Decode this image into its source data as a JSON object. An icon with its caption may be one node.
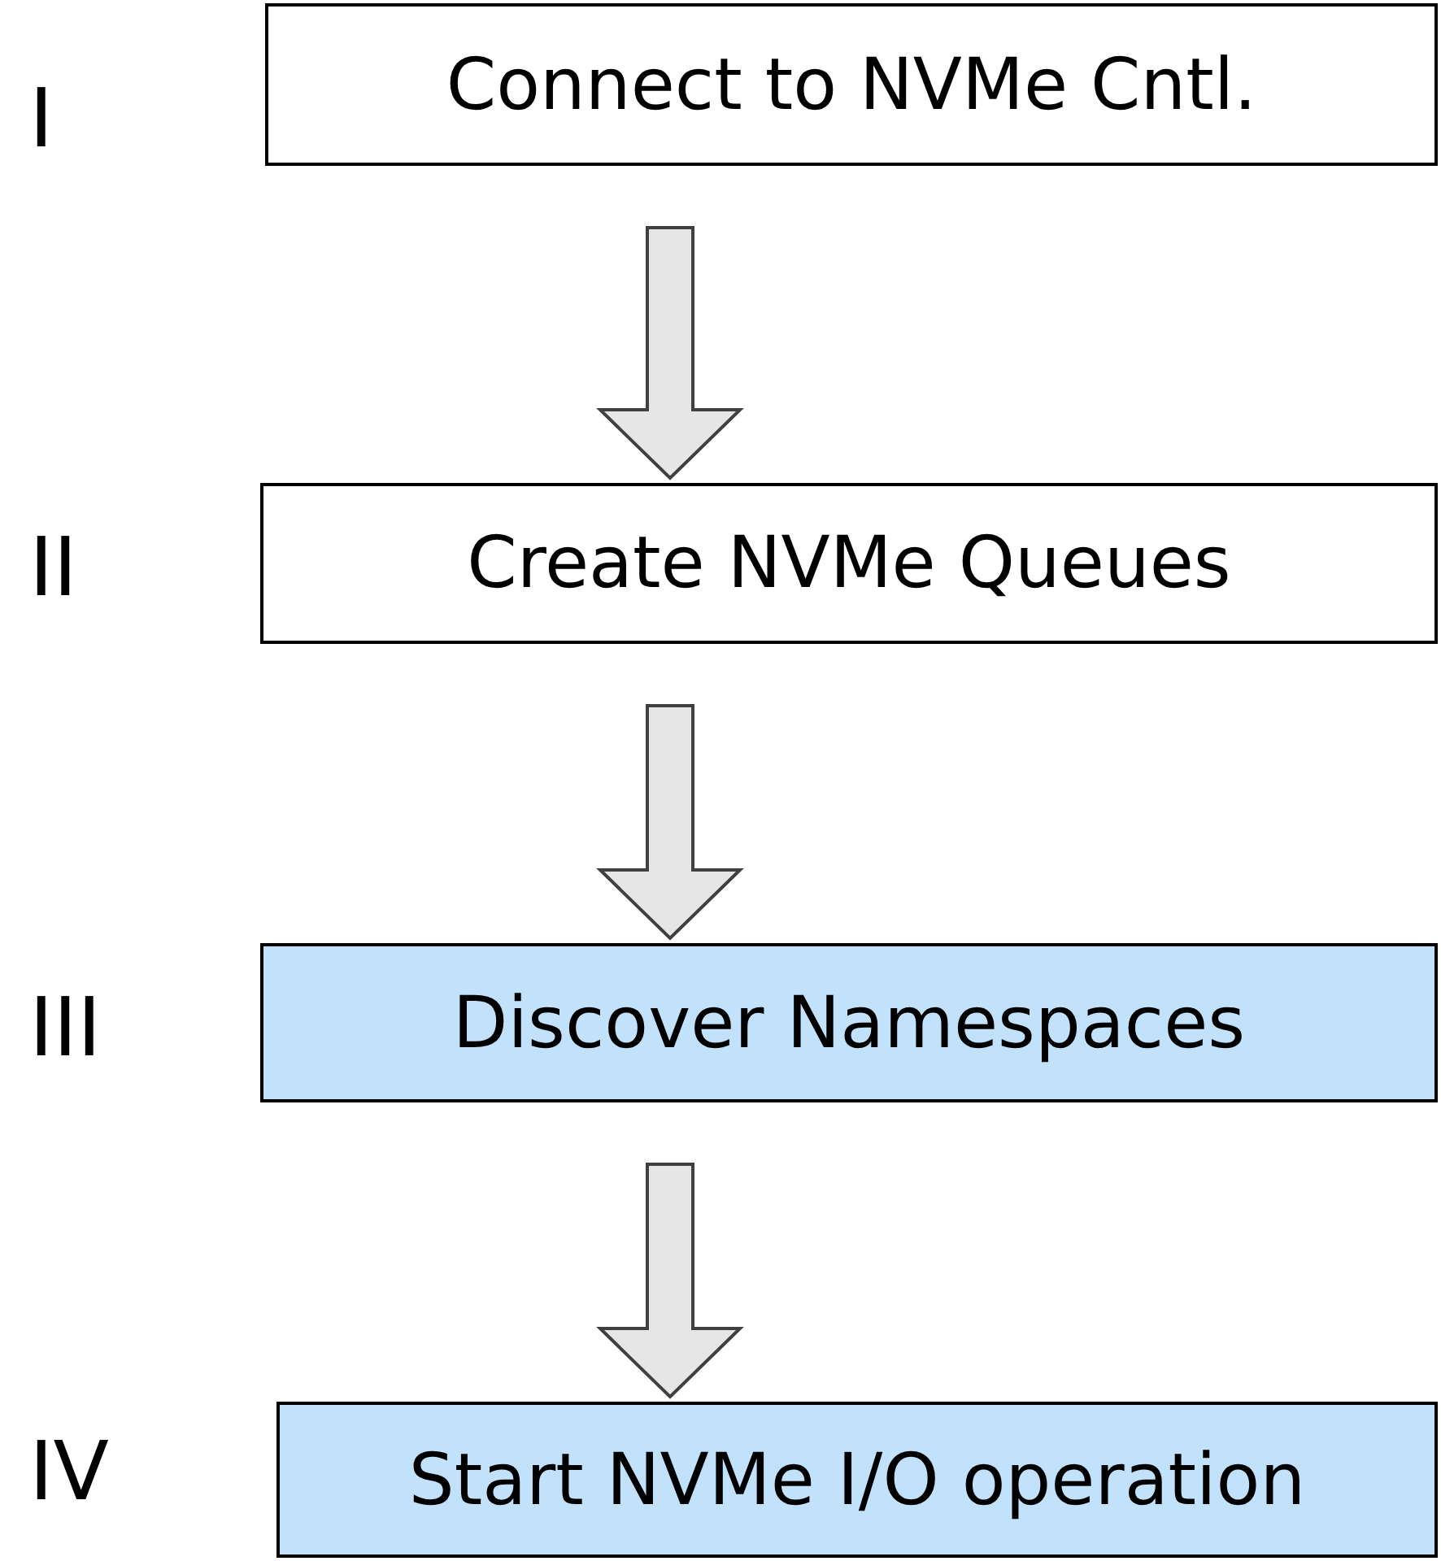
{
  "diagram": {
    "nodes": [
      {
        "text": [
          "Connect to NVMe Cntl."
        ]
      },
      {
        "text": [
          "Create NVMe Queues"
        ]
      },
      {
        "text": [
          "Discover Namespaces"
        ]
      },
      {
        "text": [
          "Start NVMe I/O operation"
        ]
      }
    ],
    "edges": [
      {
        "from": 0,
        "to": 1,
        "arrow": "to"
      },
      {
        "from": 1,
        "to": 2,
        "arrow": "to"
      },
      {
        "from": 2,
        "to": 3,
        "arrow": "to"
      }
    ],
    "labels": [
      "I",
      "II",
      "III",
      "IV"
    ]
  }
}
